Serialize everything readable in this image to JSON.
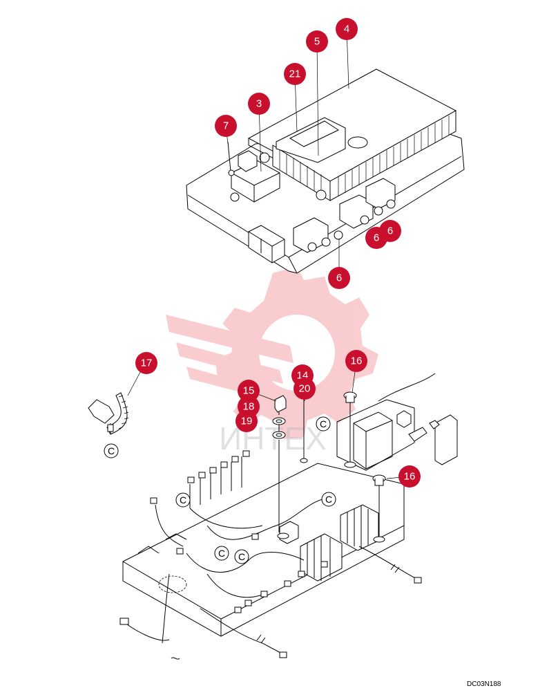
{
  "diagram": {
    "drawing_code": "DC03N188",
    "watermark_text": "ИНТЕХ",
    "accent_color": "#c8102e",
    "callouts": [
      {
        "label": "4"
      },
      {
        "label": "5"
      },
      {
        "label": "21"
      },
      {
        "label": "3"
      },
      {
        "label": "7"
      },
      {
        "label": "6"
      },
      {
        "label": "6"
      },
      {
        "label": "6"
      },
      {
        "label": "17"
      },
      {
        "label": "14"
      },
      {
        "label": "20"
      },
      {
        "label": "16"
      },
      {
        "label": "15"
      },
      {
        "label": "18"
      },
      {
        "label": "19"
      },
      {
        "label": "16"
      }
    ],
    "refs": [
      {
        "label": "C"
      },
      {
        "label": "C"
      },
      {
        "label": "C"
      },
      {
        "label": "C"
      },
      {
        "label": "C"
      },
      {
        "label": "C"
      }
    ]
  }
}
